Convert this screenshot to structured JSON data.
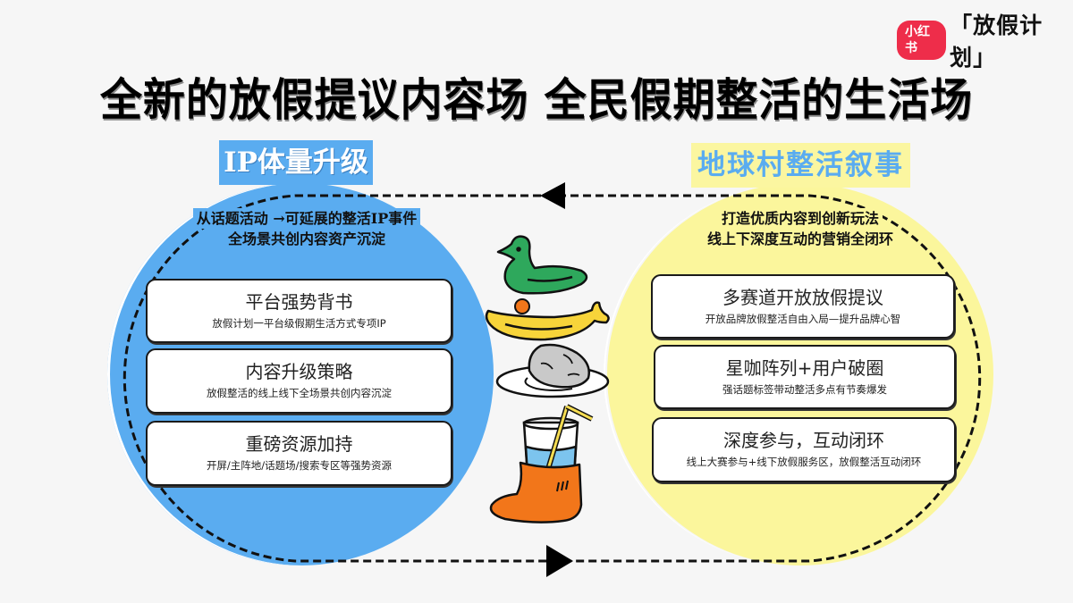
{
  "logo": {
    "brand": "小红书",
    "campaign": "「放假计划」"
  },
  "title": "全新的放假提议内容场 全民假期整活的生活场",
  "left": {
    "badge": "IP体量升级",
    "caption_line1": "从话题活动 →可延展的整活IP事件",
    "caption_line2": "全场景共创内容资产沉淀",
    "color": "#5aacf0",
    "cards": [
      {
        "title": "平台强势背书",
        "subtitle": "放假计划一平台级假期生活方式专项IP"
      },
      {
        "title": "内容升级策略",
        "subtitle": "放假整活的线上线下全场景共创内容沉淀"
      },
      {
        "title": "重磅资源加持",
        "subtitle": "开屏/主阵地/话题场/搜索专区等强势资源"
      }
    ]
  },
  "right": {
    "badge": "地球村整活叙事",
    "caption_line1": "打造优质内容到创新玩法",
    "caption_line2": "线上下深度互动的营销全闭环",
    "color": "#fbf69c",
    "cards": [
      {
        "title": "多赛道开放放假提议",
        "subtitle": "开放品牌放假整活自由入局—提升品牌心智"
      },
      {
        "title": "星咖阵列+用户破圈",
        "subtitle": "强话题标签带动整活多点有节奏爆发"
      },
      {
        "title": "深度参与，互动闭环",
        "subtitle": "线上大赛参与+线下放假服务区，放假整活互动闭环"
      }
    ]
  },
  "flow": {
    "top_arrow_direction": "left",
    "bottom_arrow_direction": "right"
  },
  "illustration": {
    "items": [
      "duck-icon",
      "orange-ball-icon",
      "banana-icon",
      "rock-on-plate-icon",
      "glass-with-straw-icon",
      "sock-icon"
    ]
  }
}
